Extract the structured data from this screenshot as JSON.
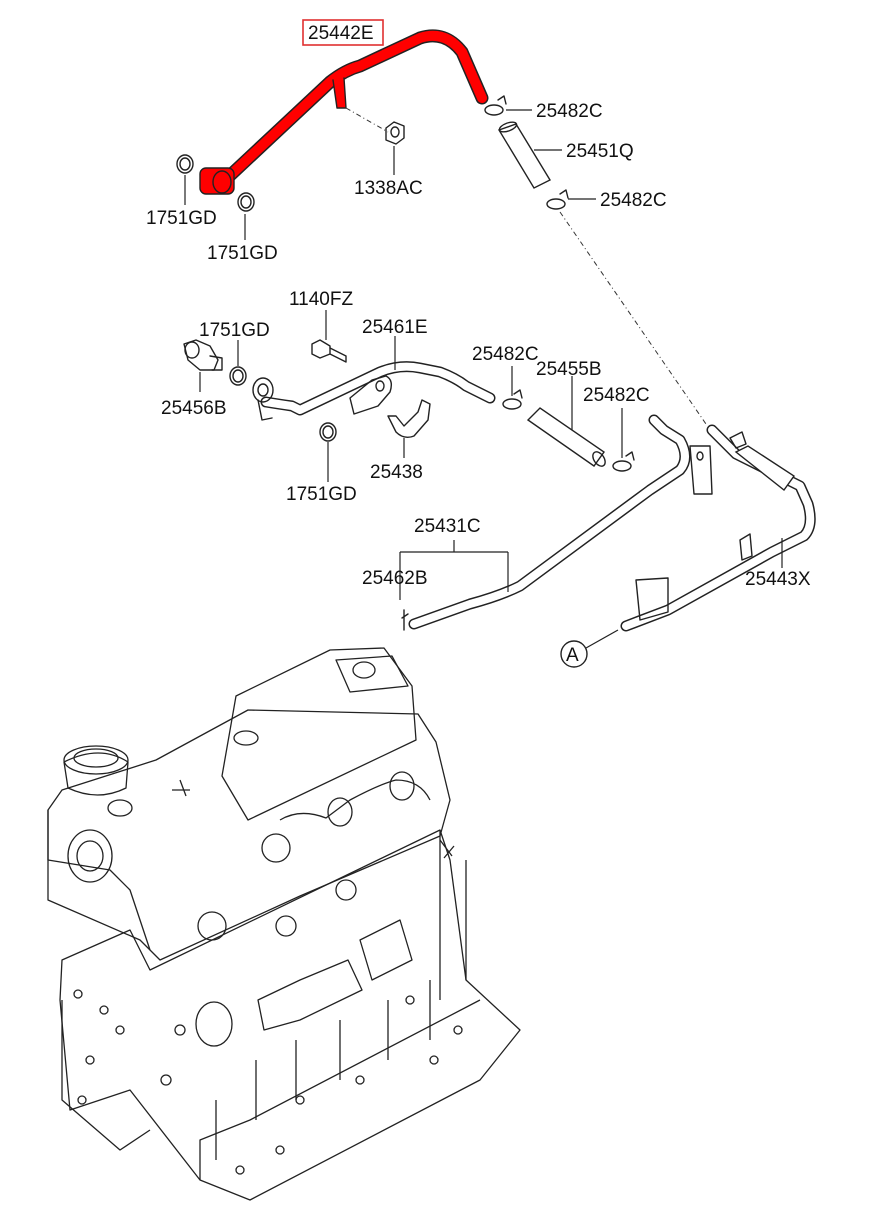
{
  "diagram": {
    "highlight_color": "#ff0000",
    "labels": {
      "p25442E": "25442E",
      "p25482C_a": "25482C",
      "p25451Q": "25451Q",
      "p25482C_b": "25482C",
      "p1338AC": "1338AC",
      "p1751GD_a": "1751GD",
      "p1751GD_b": "1751GD",
      "p1140FZ": "1140FZ",
      "p1751GD_c": "1751GD",
      "p25461E": "25461E",
      "p25482C_c": "25482C",
      "p25455B": "25455B",
      "p25482C_d": "25482C",
      "p25456B": "25456B",
      "p25438": "25438",
      "p1751GD_d": "1751GD",
      "p25431C": "25431C",
      "p25462B": "25462B",
      "p25443X": "25443X",
      "ref_A": "A"
    }
  }
}
